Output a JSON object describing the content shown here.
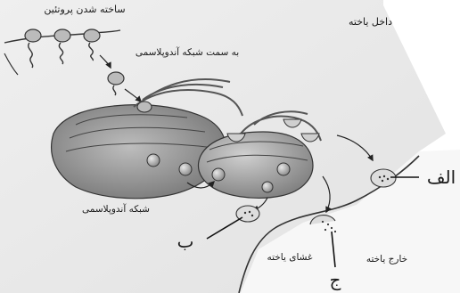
{
  "labels": {
    "protein_synthesis": "ساخته شدن پروتئین",
    "towards_er": "به سمت شبکه آندوپلاسمی",
    "inside_cell": "داخل یاخته",
    "er": "شبکه آندوپلاسمی",
    "cell_membrane": "غشای یاخته",
    "outside_cell": "خارج یاخته",
    "alef": "الف",
    "be": "ب",
    "jim": "ج"
  }
}
